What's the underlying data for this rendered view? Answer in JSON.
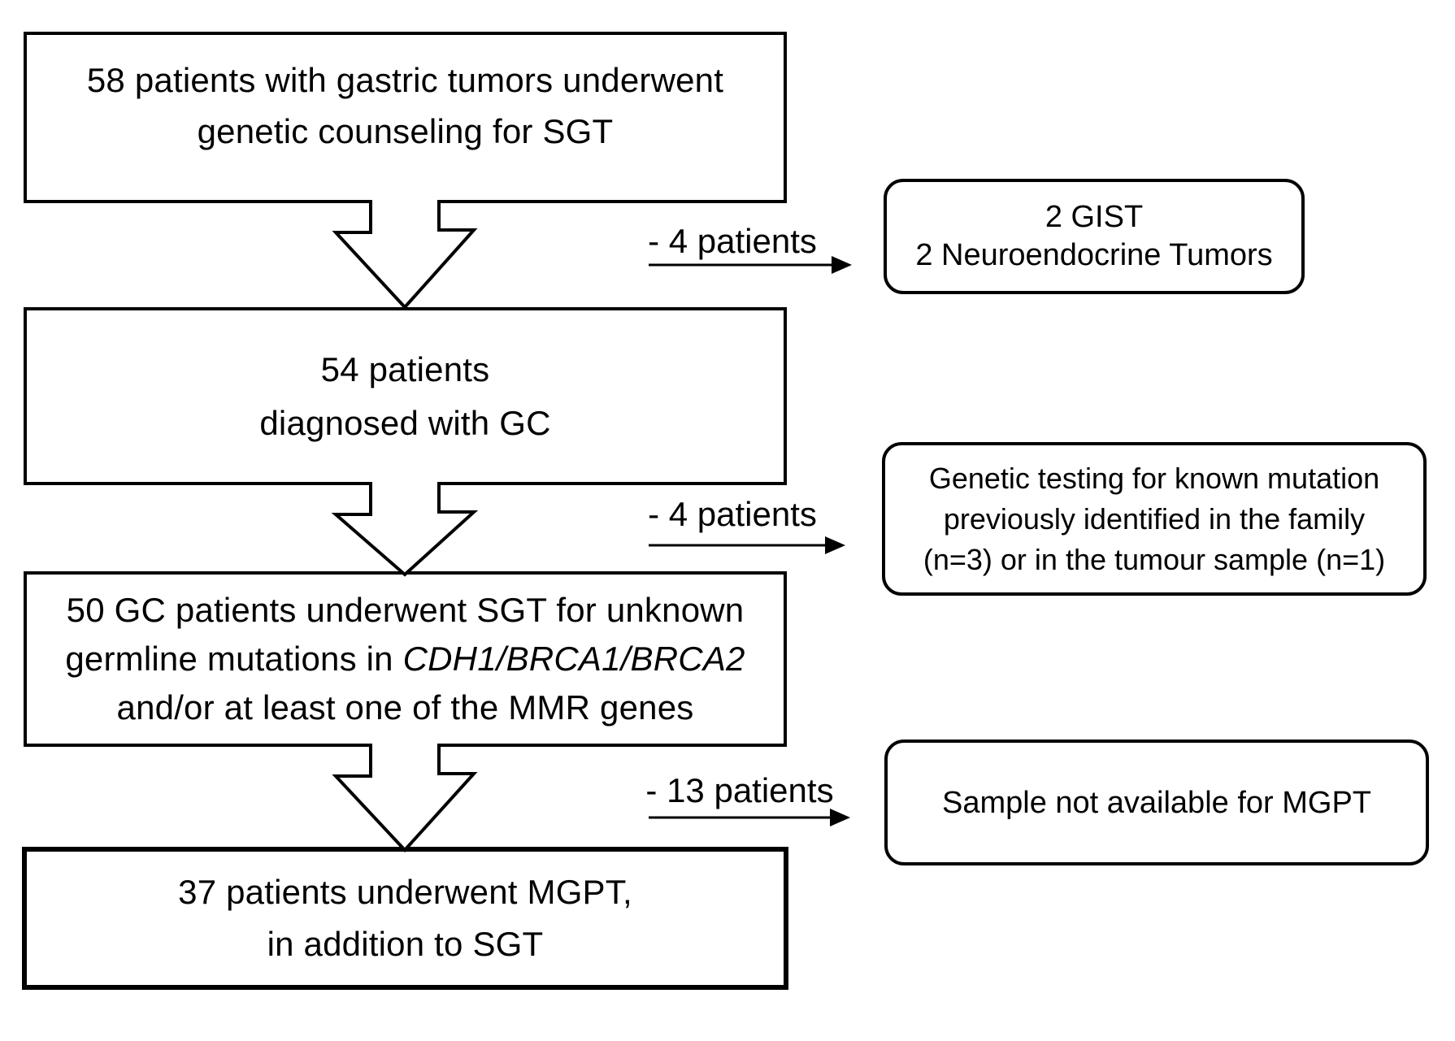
{
  "diagram": {
    "background_color": "#ffffff",
    "stroke_color": "#000000",
    "main_flow": {
      "box58": {
        "line1": "58 patients with gastric tumors underwent",
        "line2": "genetic counseling for SGT"
      },
      "box54": {
        "line1": "54 patients",
        "line2": "diagnosed with GC"
      },
      "box50": {
        "line1": "50 GC patients underwent SGT for unknown",
        "line2_prefix": "germline mutations in ",
        "line2_gene_italic": "CDH1/BRCA1/BRCA2",
        "line3": "and/or at least one of the MMR genes"
      },
      "box37": {
        "line1": "37 patients underwent MGPT,",
        "line2": "in addition to SGT"
      }
    },
    "exclusions": {
      "step1": {
        "label": "- 4 patients",
        "note": {
          "line1": "2 GIST",
          "line2": "2 Neuroendocrine Tumors"
        }
      },
      "step2": {
        "label": "- 4 patients",
        "note": {
          "line1": "Genetic testing for known mutation",
          "line2": "previously identified in the family",
          "line3": "(n=3) or in the tumour sample (n=1)"
        }
      },
      "step3": {
        "label": "- 13 patients",
        "note": {
          "line1": "Sample not available for MGPT"
        }
      }
    }
  }
}
